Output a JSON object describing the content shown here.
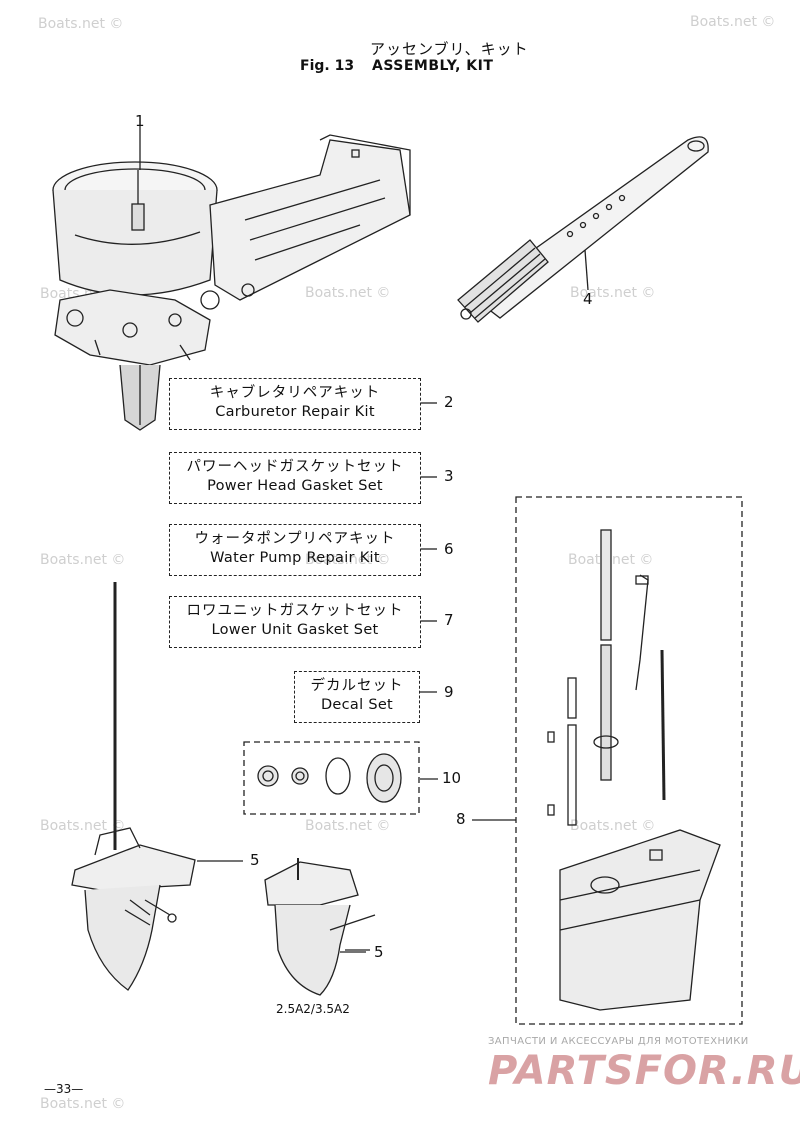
{
  "header": {
    "title_jp": "アッセンブリ、キット",
    "fig_no": "Fig. 13",
    "title_en": "ASSEMBLY, KIT"
  },
  "kits": [
    {
      "jp": "キャブレタリペアキット",
      "en": "Carburetor Repair Kit",
      "ref": "2"
    },
    {
      "jp": "パワーヘッドガスケットセット",
      "en": "Power Head Gasket Set",
      "ref": "3"
    },
    {
      "jp": "ウォータポンプリペアキット",
      "en": "Water Pump Repair Kit",
      "ref": "6"
    },
    {
      "jp": "ロワユニットガスケットセット",
      "en": "Lower Unit Gasket Set",
      "ref": "7"
    },
    {
      "jp": "デカルセット",
      "en": "Decal Set",
      "ref": "9"
    }
  ],
  "callouts": {
    "c1": "1",
    "c4": "4",
    "c5a": "5",
    "c5b": "5",
    "c8": "8",
    "c10": "10"
  },
  "variant_label": "2.5A2/3.5A2",
  "page_number": "—33—",
  "watermark": "Boats.net ©",
  "brand": {
    "tagline": "ЗАПЧАСТИ И АКСЕССУАРЫ ДЛЯ МОТОТЕХНИКИ",
    "name": "PARTSFOR.RU"
  },
  "icons": [
    "power-head-assembly-icon",
    "tiller-handle-icon",
    "seal-kit-icon",
    "lower-unit-assembly-icon",
    "upper-casing-parts-icon"
  ]
}
